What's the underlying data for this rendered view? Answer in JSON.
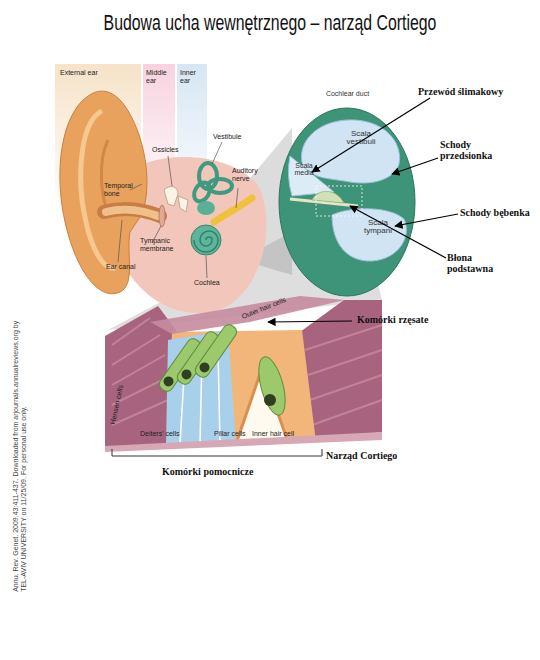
{
  "diagram": {
    "title": "Budowa ucha wewnętrznego – narząd Cortiego",
    "nodes": [
      {
        "text": [
          "Cochlear duct"
        ]
      },
      {
        "text": [
          "Scala vestibuli"
        ],
        "in": 0
      },
      {
        "text": [
          "Scala media"
        ],
        "in": 0
      },
      {
        "text": [
          "Scala tympani"
        ],
        "in": 0
      }
    ],
    "labels": [
      "External ear",
      "Middle ear",
      "Inner ear",
      "Ossicles",
      "Vestibule",
      "Auditory nerve",
      "Temporal bone",
      "Tympanic membrane",
      "Cochlea",
      "Ear canal",
      "Przewód ślimakowy",
      "Schody przedsionka",
      "Schody bębenka",
      "Błona podstawna",
      "Outer hair cells",
      "Komórki rzęsate",
      "Hensen cells",
      "Deiters' cells",
      "Pillar cells",
      "Inner hair cell",
      "Narząd Cortiego",
      "Komórki pomocnicze",
      "Annu. Rev. Genet. 2009.43:411-437. Downloaded from arjournals.annualreviews.org by TEL-AVIV UNIVERSITY on 11/25/09. For personal use only."
    ]
  }
}
